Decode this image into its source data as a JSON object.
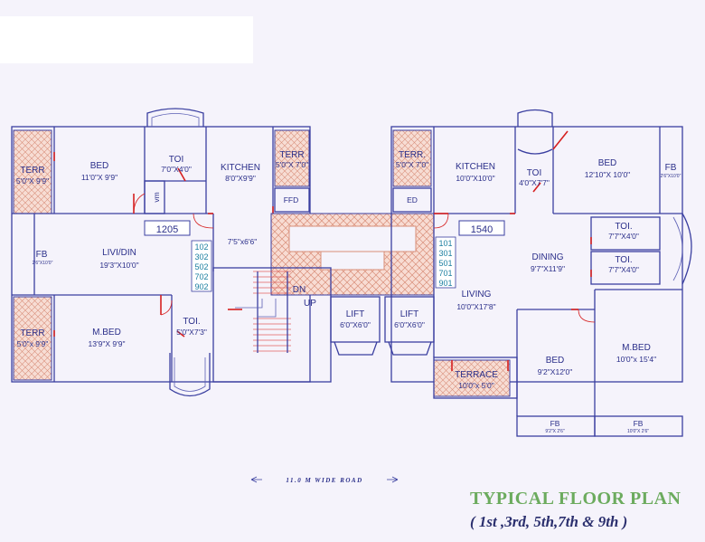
{
  "title": {
    "line1": "TYPICAL FLOOR PLAN",
    "line2": "( 1st ,3rd, 5th,7th & 9th )"
  },
  "road_label": "11.0 M WIDE ROAD",
  "unit_numbers": {
    "left": "1205",
    "right": "1540"
  },
  "flat_numbers": {
    "left": [
      "102",
      "302",
      "502",
      "702",
      "902"
    ],
    "right": [
      "101",
      "301",
      "501",
      "701",
      "901"
    ]
  },
  "rooms": {
    "left_terr_top": {
      "name": "TERR",
      "size": "5'0\"X 9'9\""
    },
    "left_bed": {
      "name": "BED",
      "size": "11'0\"X 9'9\""
    },
    "left_toi_top": {
      "name": "TOI",
      "size": "7'0\"X4'0\""
    },
    "left_kitchen": {
      "name": "KITCHEN",
      "size": "8'0\"X9'9\""
    },
    "left_terr_kitchen": {
      "name": "TERR",
      "size": "5'0\"X 7'0\""
    },
    "left_vm": {
      "name": "vm"
    },
    "left_ffd": {
      "name": "FFD"
    },
    "left_fb": {
      "name": "FB",
      "size": "2'6\"X10'0\""
    },
    "left_livi": {
      "name": "LIVI/DIN",
      "size": "19'3\"X10'0\""
    },
    "left_passage": {
      "size": "7'5\"x6'6\""
    },
    "left_terr_bottom": {
      "name": "TERR",
      "size": "5'0\"x 9'9\""
    },
    "left_mbed": {
      "name": "M.BED",
      "size": "13'9\"X 9'9\""
    },
    "left_toi_bottom": {
      "name": "TOI.",
      "size": "5'0\"X7'3\""
    },
    "stair_dn": {
      "name": "DN"
    },
    "stair_up": {
      "name": "UP"
    },
    "lift1": {
      "name": "LIFT",
      "size": "6'0\"X6'0\""
    },
    "lift2": {
      "name": "LIFT",
      "size": "6'0\"X6'0\""
    },
    "right_terr_kitchen": {
      "name": "TERR.",
      "size": "5'0\"X 7'0\""
    },
    "right_ed": {
      "name": "ED"
    },
    "right_kitchen": {
      "name": "KITCHEN",
      "size": "10'0\"X10'0\""
    },
    "right_toi_top": {
      "name": "TOI",
      "size": "4'0\"X7'7\""
    },
    "right_bed_top": {
      "name": "BED",
      "size": "12'10\"X 10'0\""
    },
    "right_fb_top": {
      "name": "FB",
      "size": "2'6\"X10'0\""
    },
    "right_toi_mid1": {
      "name": "TOI.",
      "size": "7'7\"X4'0\""
    },
    "right_toi_mid2": {
      "name": "TOI.",
      "size": "7'7\"X4'0\""
    },
    "right_dining": {
      "name": "DINING",
      "size": "9'7\"X11'9\""
    },
    "right_living": {
      "name": "LIVING",
      "size": "10'0\"X17'8\""
    },
    "right_terrace": {
      "name": "TERRACE",
      "size": "10'0\"x 5'0\""
    },
    "right_bed_bottom": {
      "name": "BED",
      "size": "9'2\"X12'0\""
    },
    "right_mbed": {
      "name": "M.BED",
      "size": "10'0\"x 15'4\""
    },
    "right_fb_b1": {
      "name": "FB",
      "size": "9'2\"X 2'6\""
    },
    "right_fb_b2": {
      "name": "FB",
      "size": "10'0\"X 2'6\""
    }
  },
  "colors": {
    "wall": "#3a3fa0",
    "door": "#d62020",
    "title": "#6cab5e",
    "hatch": "#d98f7a"
  }
}
